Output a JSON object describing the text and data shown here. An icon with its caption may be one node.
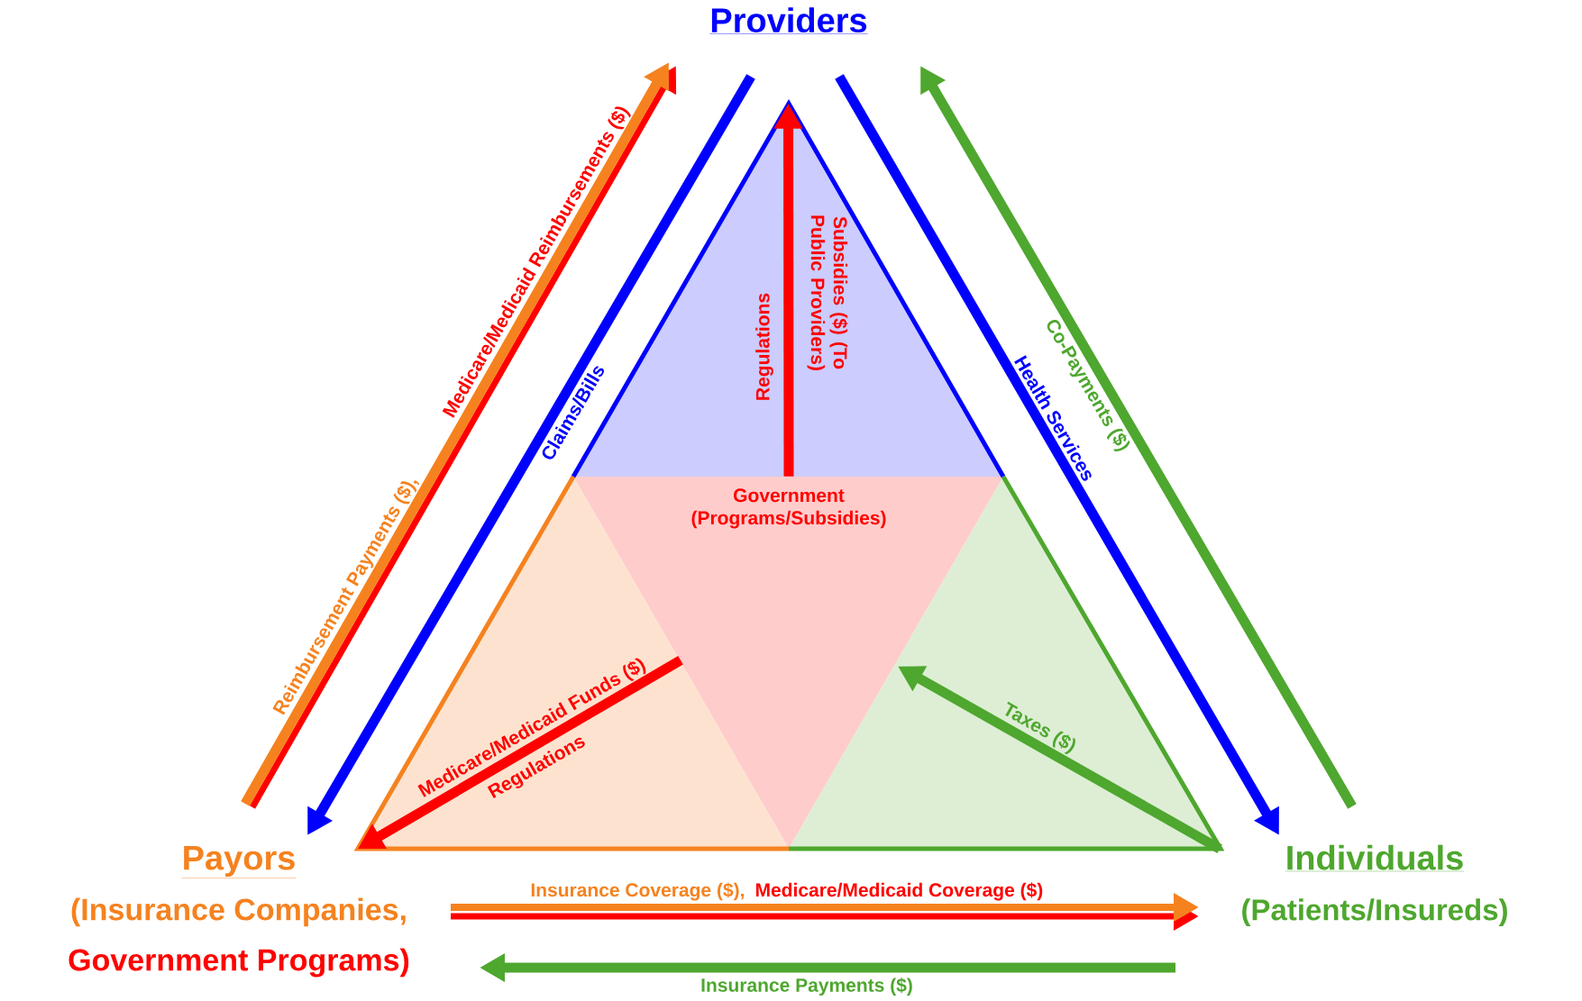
{
  "diagram": {
    "nodes": [
      {
        "text": [
          "Providers"
        ]
      },
      {
        "text": [
          "Payors",
          "(Insurance Companies,",
          "Government Programs)"
        ]
      },
      {
        "text": [
          "Individuals",
          "(Patients/Insureds)"
        ]
      },
      {
        "text": [
          "Government (Programs/Subsidies)"
        ]
      },
      {
        "text": [],
        "shape": "triangle"
      },
      {
        "text": [],
        "shape": "triangle"
      },
      {
        "text": [],
        "shape": "triangle"
      }
    ],
    "edges": [
      {
        "from": 1,
        "to": 0,
        "arrow": "to",
        "label": "Reimbursement Payments ($),",
        "color": "#f5821f"
      },
      {
        "from": 1,
        "to": 0,
        "arrow": "to",
        "label": "Medicare/Medicaid Reimbursements ($)",
        "color": "#ff0000"
      },
      {
        "from": 0,
        "to": 1,
        "arrow": "to",
        "label": "Claims/Bills",
        "color": "#0000ff"
      },
      {
        "from": 0,
        "to": 2,
        "arrow": "to",
        "label": "Health Services",
        "color": "#0000ff"
      },
      {
        "from": 2,
        "to": 0,
        "arrow": "to",
        "label": "Co-Payments ($)",
        "color": "#4ea72e"
      },
      {
        "from": 3,
        "to": 4,
        "arrow": "to",
        "label": "Subsidies ($) (To Public Providers)",
        "color": "#ff0000"
      },
      {
        "from": 3,
        "to": 5,
        "arrow": "to",
        "label": "Medicare/Medicaid Funds ($)",
        "color": "#ff0000"
      },
      {
        "from": 6,
        "to": 3,
        "arrow": "to",
        "label": "Taxes ($)",
        "color": "#4ea72e"
      },
      {
        "from": 1,
        "to": 2,
        "arrow": "to",
        "label": "Medicare/Medicaid Coverage ($)",
        "color": "#ff0000"
      },
      {
        "from": 1,
        "to": 2,
        "arrow": "to",
        "label": "Insurance Coverage ($),",
        "color": "#f5821f"
      },
      {
        "from": 2,
        "to": 1,
        "arrow": "to",
        "label": "Insurance Payments ($)",
        "color": "#4ea72e"
      }
    ],
    "labels": [
      "Regulations",
      "Regulations"
    ]
  }
}
